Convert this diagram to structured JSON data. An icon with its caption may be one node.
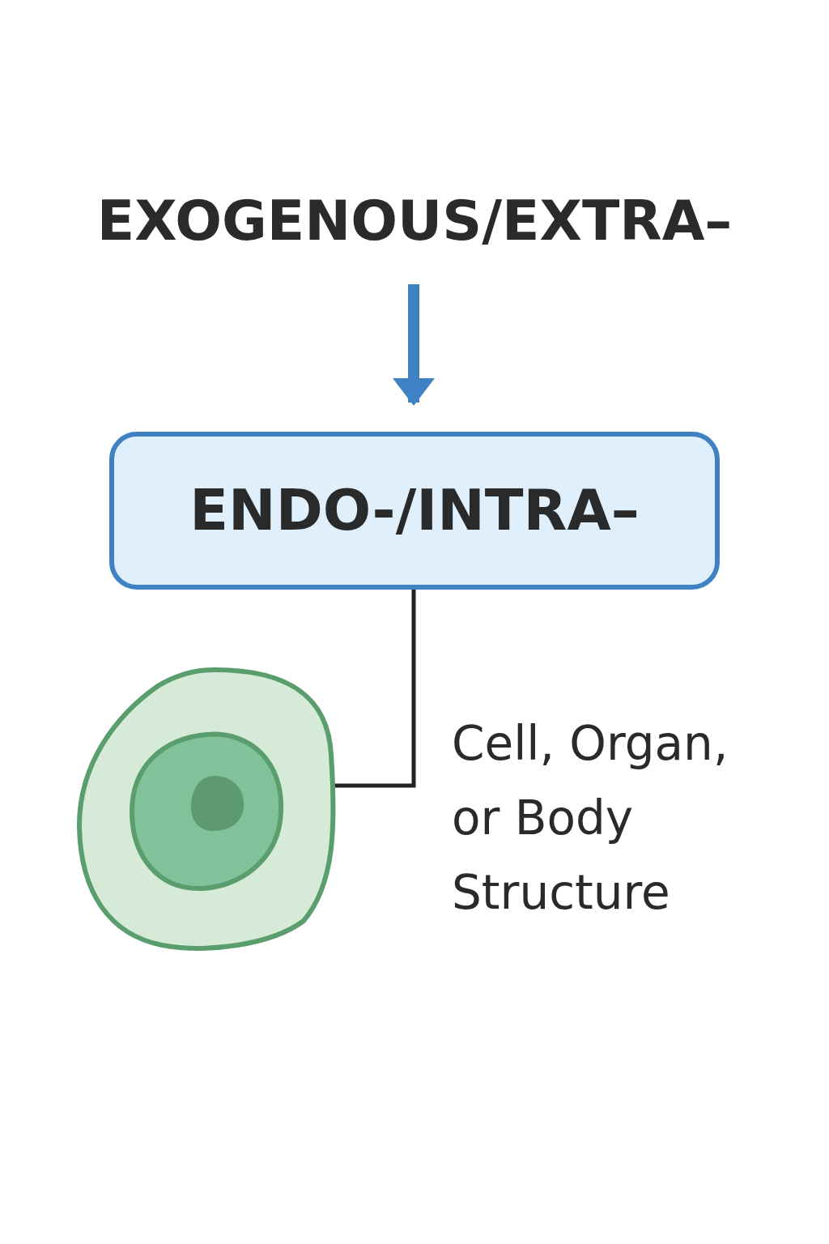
{
  "diagram": {
    "nodes": [
      {
        "text": [
          "EXOGENOUS/EXTRA–"
        ]
      },
      {
        "text": [
          "ENDO-/INTRA–"
        ]
      },
      {
        "text": [],
        "shape": "picture"
      }
    ],
    "edges": [
      {
        "from": 0,
        "to": 1,
        "arrow": "to",
        "color": "#3f82c4",
        "style": "thick"
      },
      {
        "from": 1,
        "to": 2,
        "arrow": "none",
        "color": "#222222"
      }
    ],
    "labels": [
      "Cell, Organ, or Body Structure"
    ]
  }
}
